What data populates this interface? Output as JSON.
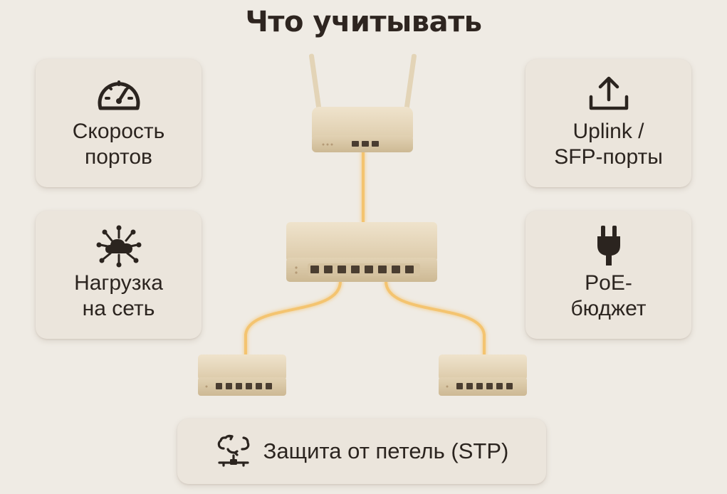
{
  "title": "Что учитывать",
  "cards": {
    "speed": {
      "label": "Скорость\nпортов",
      "icon": "speedometer-icon"
    },
    "load": {
      "label": "Нагрузка\nна сеть",
      "icon": "network-cloud-icon"
    },
    "uplink": {
      "label": "Uplink /\nSFP-порты",
      "icon": "upload-icon"
    },
    "poe": {
      "label": "PoE-\nбюджет",
      "icon": "plug-icon"
    },
    "stp": {
      "label": "Защита от петель (STP)",
      "icon": "loop-protection-icon"
    }
  },
  "colors": {
    "background": "#efebe4",
    "card": "#ebe5dc",
    "device": "#e6d7bd",
    "cable_glow": "#f7c977",
    "text": "#2b241f"
  }
}
